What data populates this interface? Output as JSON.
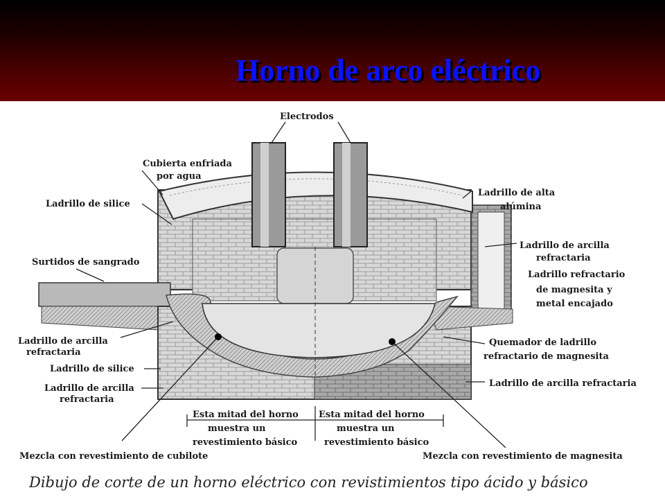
{
  "title": "Horno de arco eléctrico",
  "labels": {
    "electrodos": "Electrodos",
    "cubierta_1": "Cubierta enfriada",
    "cubierta_2": "por agua",
    "silice_top": "Ladrillo de silice",
    "alta_alumina_1": "Ladrillo de alta",
    "alta_alumina_2": "alúmina",
    "arcilla_right_1": "Ladrillo de arcilla",
    "arcilla_right_2": "refractaria",
    "surtidos": "Surtidos de sangrado",
    "magnesita_1": "Ladrillo refractario",
    "magnesita_2": "de magnesita y",
    "magnesita_3": "metal encajado",
    "arcilla_left_1": "Ladrillo de arcilla",
    "arcilla_left_2": "refractaria",
    "quemador_1": "Quemador de ladrillo",
    "quemador_2": "refractario de magnesita",
    "silice_bottom": "Ladrillo de silice",
    "arcilla_left2_1": "Ladrillo de arcilla",
    "arcilla_left2_2": "refractaria",
    "arcilla_bottom_right": "Ladrillo de arcilla refractaria",
    "mitad_left_1": "Esta mitad del horno",
    "mitad_left_2": "muestra un",
    "mitad_left_3": "revestimiento básico",
    "mitad_right_1": "Esta mitad del horno",
    "mitad_right_2": "muestra un",
    "mitad_right_3": "revestimiento básico",
    "mezcla_left": "Mezcla con revestimiento de cubilote",
    "mezcla_right": "Mezcla con revestimiento de magnesita"
  },
  "caption": "Dibujo de corte de un horno eléctrico con revistimientos tipo ácido y básico",
  "colors": {
    "title": "#0a12ff",
    "header_dark": "#000000",
    "header_red": "#6a0000"
  }
}
